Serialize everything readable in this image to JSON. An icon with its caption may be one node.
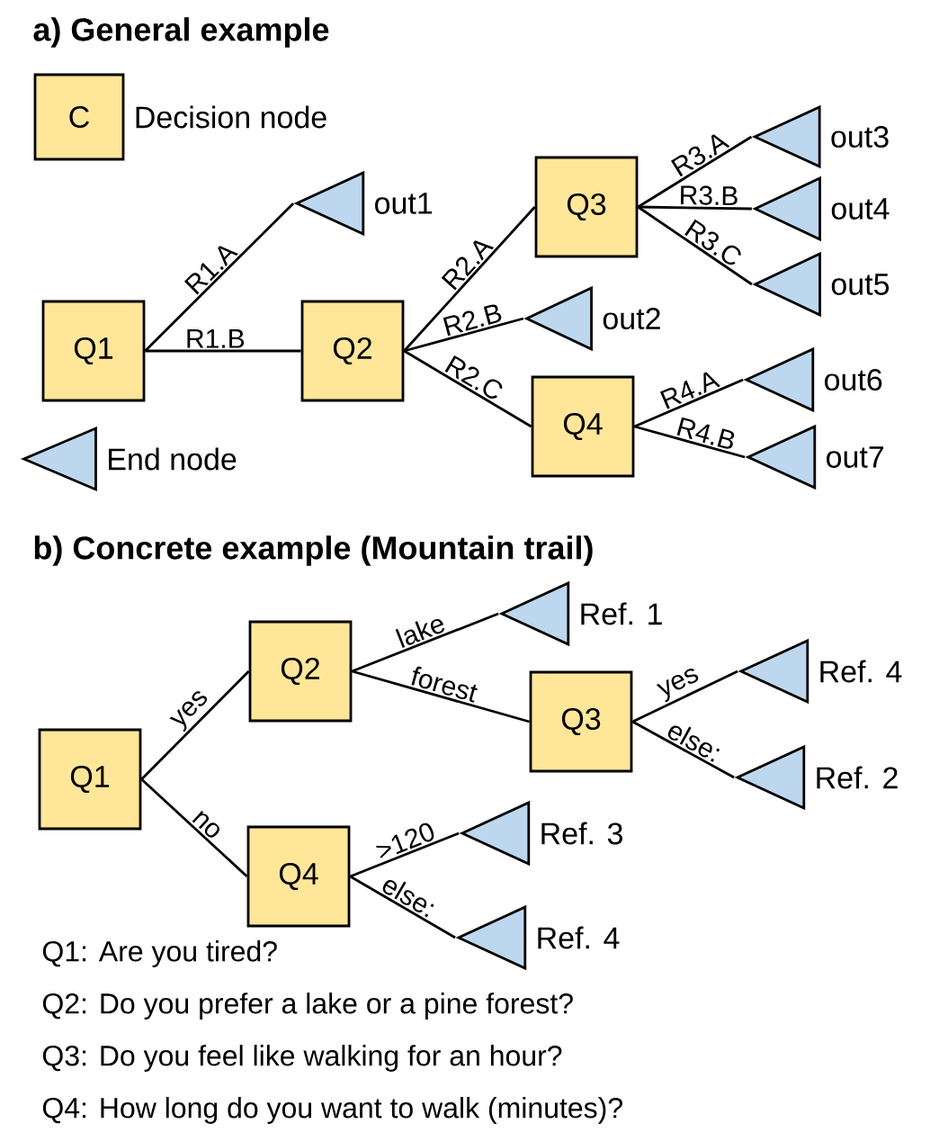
{
  "diagram": {
    "nodes": [
      {
        "text": [
          "C"
        ],
        "beside": [
          "Decision node"
        ]
      },
      {
        "text": [
          "Q1"
        ]
      },
      {
        "text": [],
        "shape": "triangle",
        "beside": [
          "out1"
        ]
      },
      {
        "text": [
          "Q2"
        ]
      },
      {
        "text": [
          "Q3"
        ]
      },
      {
        "text": [],
        "shape": "triangle",
        "beside": [
          "out2"
        ]
      },
      {
        "text": [
          "Q4"
        ]
      },
      {
        "text": [],
        "shape": "triangle",
        "beside": [
          "out3"
        ]
      },
      {
        "text": [],
        "shape": "triangle",
        "beside": [
          "out4"
        ]
      },
      {
        "text": [],
        "shape": "triangle",
        "beside": [
          "out5"
        ]
      },
      {
        "text": [],
        "shape": "triangle",
        "beside": [
          "out6"
        ]
      },
      {
        "text": [],
        "shape": "triangle",
        "beside": [
          "out7"
        ]
      },
      {
        "text": [],
        "shape": "triangle",
        "beside": [
          "End node"
        ]
      },
      {
        "text": [
          "Q1"
        ]
      },
      {
        "text": [
          "Q2"
        ]
      },
      {
        "text": [],
        "shape": "triangle",
        "beside": [
          "Ref. 1"
        ]
      },
      {
        "text": [
          "Q3"
        ]
      },
      {
        "text": [],
        "shape": "triangle",
        "beside": [
          "Ref. 4"
        ]
      },
      {
        "text": [],
        "shape": "triangle",
        "beside": [
          "Ref. 2"
        ]
      },
      {
        "text": [
          "Q4"
        ]
      },
      {
        "text": [],
        "shape": "triangle",
        "beside": [
          "Ref. 3"
        ]
      },
      {
        "text": [],
        "shape": "triangle",
        "beside": [
          "Ref. 4"
        ]
      }
    ],
    "edges": [
      {
        "from": 1,
        "to": 2,
        "arrow": "none",
        "label": "R1.A"
      },
      {
        "from": 1,
        "to": 3,
        "arrow": "none",
        "label": "R1.B"
      },
      {
        "from": 3,
        "to": 4,
        "arrow": "none",
        "label": "R2.A"
      },
      {
        "from": 3,
        "to": 5,
        "arrow": "none",
        "label": "R2.B"
      },
      {
        "from": 3,
        "to": 6,
        "arrow": "none",
        "label": "R2.C"
      },
      {
        "from": 4,
        "to": 7,
        "arrow": "none",
        "label": "R3.A"
      },
      {
        "from": 4,
        "to": 8,
        "arrow": "none",
        "label": "R3.B"
      },
      {
        "from": 4,
        "to": 9,
        "arrow": "none",
        "label": "R3.C"
      },
      {
        "from": 6,
        "to": 10,
        "arrow": "none",
        "label": "R4.A"
      },
      {
        "from": 6,
        "to": 11,
        "arrow": "none",
        "label": "R4.B"
      },
      {
        "from": 13,
        "to": 14,
        "arrow": "none",
        "label": "yes"
      },
      {
        "from": 13,
        "to": 19,
        "arrow": "none",
        "label": "no"
      },
      {
        "from": 14,
        "to": 15,
        "arrow": "none",
        "label": "lake"
      },
      {
        "from": 14,
        "to": 16,
        "arrow": "none",
        "label": "forest"
      },
      {
        "from": 16,
        "to": 17,
        "arrow": "none",
        "label": "yes"
      },
      {
        "from": 16,
        "to": 18,
        "arrow": "none",
        "label": "else:"
      },
      {
        "from": 19,
        "to": 20,
        "arrow": "none",
        "label": ">120"
      },
      {
        "from": 19,
        "to": 21,
        "arrow": "none",
        "label": "else:"
      }
    ],
    "labels": [
      "a) General example",
      "b) Concrete example (Mountain trail)",
      "Q1: Are you tired?",
      "Q2: Do you prefer a lake or a pine forest?",
      "Q3: Do you feel like walking for an hour?",
      "Q4: How long do you want to walk (minutes)?"
    ]
  }
}
